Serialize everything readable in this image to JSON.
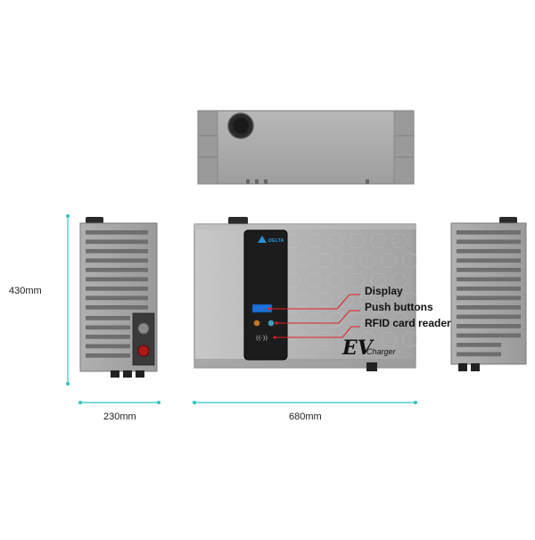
{
  "dimensions": {
    "height": "430mm",
    "depth": "230mm",
    "width": "680mm"
  },
  "callouts": [
    {
      "label": "Display"
    },
    {
      "label": "Push buttons"
    },
    {
      "label": "RFID card reader"
    }
  ],
  "branding": {
    "logo_text": "DELTA",
    "product_big": "EV",
    "product_small": "Charger"
  },
  "colors": {
    "body": "#a9a9a9",
    "body_dark": "#8c8c8c",
    "panel": "#1c1c1c",
    "screen": "#1e6fd6",
    "dimension_line": "#2ec4c4",
    "callout_line": "#e02020",
    "logo": "#2a8fd6"
  }
}
